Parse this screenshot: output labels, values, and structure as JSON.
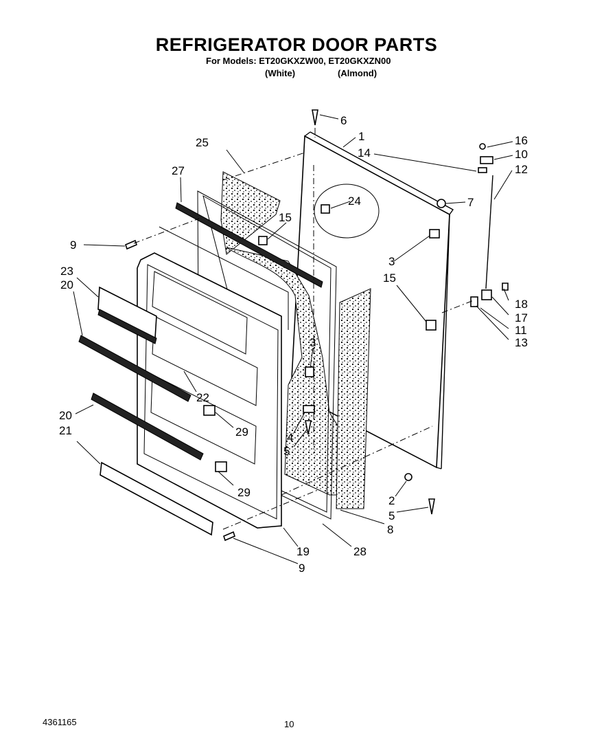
{
  "header": {
    "title": "REFRIGERATOR DOOR PARTS",
    "models": "For Models: ET20GKXZW00, ET20GKXZN00",
    "variant_white": "(White)",
    "variant_almond": "(Almond)"
  },
  "footer": {
    "doc_number": "4361165",
    "page_number": "10"
  },
  "callouts": {
    "c1": "1",
    "c2": "2",
    "c3a": "3",
    "c3b": "3",
    "c4": "4",
    "c5a": "5",
    "c5b": "5",
    "c6": "6",
    "c7": "7",
    "c8": "8",
    "c9a": "9",
    "c9b": "9",
    "c10": "10",
    "c11": "11",
    "c12": "12",
    "c13": "13",
    "c14": "14",
    "c15a": "15",
    "c15b": "15",
    "c16": "16",
    "c17": "17",
    "c18": "18",
    "c19": "19",
    "c20a": "20",
    "c20b": "20",
    "c21": "21",
    "c22": "22",
    "c23": "23",
    "c24": "24",
    "c25": "25",
    "c27": "27",
    "c28": "28",
    "c29a": "29",
    "c29b": "29"
  }
}
